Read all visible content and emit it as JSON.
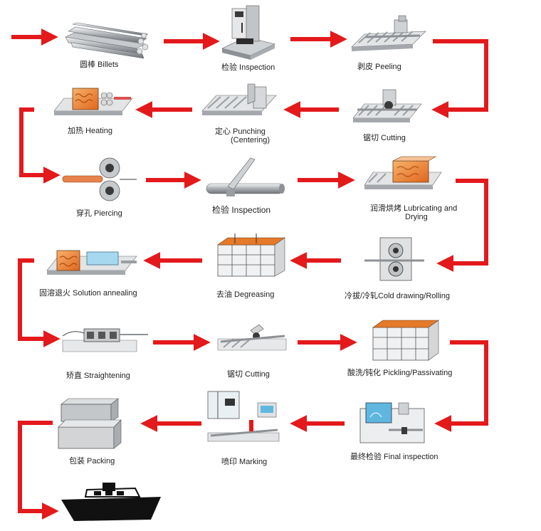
{
  "colors": {
    "arrow": "#e3191c",
    "steel": "#b9bcbf",
    "orange": "#f07d2c",
    "dark": "#222222"
  },
  "steps": [
    {
      "id": "billets",
      "label": "圆棒  Billets",
      "icon": "billets-icon"
    },
    {
      "id": "inspection-1",
      "label": "检验  Inspection",
      "icon": "press-inspection-icon"
    },
    {
      "id": "peeling",
      "label": "剥皮 Peeling",
      "icon": "peeling-machine-icon"
    },
    {
      "id": "cutting-1",
      "label": "锯切 Cutting",
      "icon": "saw-cutting-icon"
    },
    {
      "id": "punching",
      "label": "定心  Punching",
      "label2": "(Centering)",
      "icon": "punching-machine-icon"
    },
    {
      "id": "heating",
      "label": "加热  Heating",
      "icon": "heating-furnace-icon"
    },
    {
      "id": "piercing",
      "label": "穿孔 Piercing",
      "icon": "piercing-mill-icon"
    },
    {
      "id": "inspection-2",
      "label": "检验  Inspection",
      "icon": "tube-inspection-icon"
    },
    {
      "id": "lubricating",
      "label": "润滑烘烤  Lubricating and",
      "label2": "Drying",
      "icon": "lubricating-oven-icon"
    },
    {
      "id": "cold-drawing",
      "label": "冷拔/冷轧Cold drawing/Rolling",
      "icon": "cold-rolling-mill-icon"
    },
    {
      "id": "degreasing",
      "label": "去油   Degreasing",
      "icon": "degreasing-tank-icon"
    },
    {
      "id": "annealing",
      "label": "固溶退火 Solution annealing",
      "icon": "annealing-furnace-icon"
    },
    {
      "id": "straightening",
      "label": "矫直  Straightening",
      "icon": "straightening-machine-icon"
    },
    {
      "id": "cutting-2",
      "label": "锯切 Cutting",
      "icon": "saw-cutting-icon"
    },
    {
      "id": "pickling",
      "label": "酸洗/钝化 Pickling/Passivating",
      "icon": "pickling-tank-icon"
    },
    {
      "id": "final-inspection",
      "label": "最终检验 Final inspection",
      "icon": "ut-inspection-station-icon"
    },
    {
      "id": "marking",
      "label": "喷印  Marking",
      "icon": "marking-machine-icon"
    },
    {
      "id": "packing",
      "label": "包装  Packing",
      "icon": "packing-crates-icon"
    },
    {
      "id": "shipping",
      "label": "",
      "icon": "ship-icon"
    }
  ]
}
